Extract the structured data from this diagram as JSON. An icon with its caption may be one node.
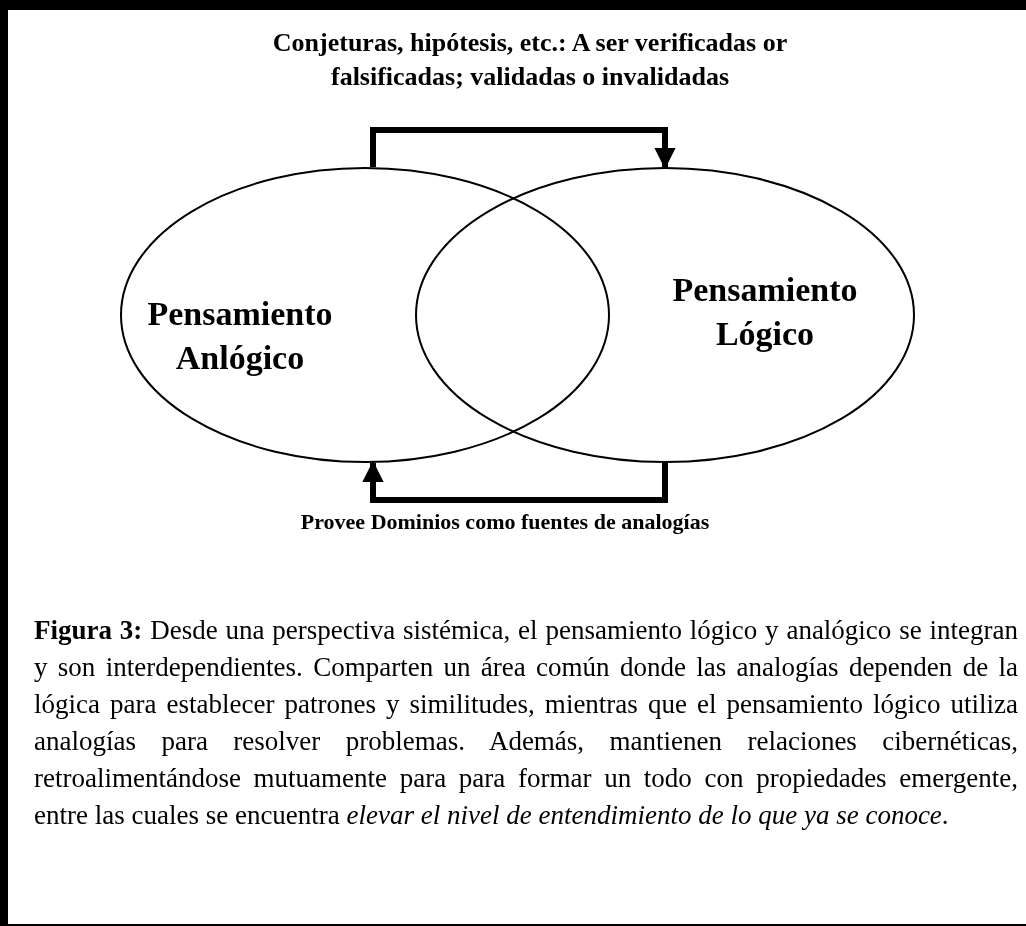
{
  "diagram": {
    "caption": "**Figura 3:** Desde una perspectiva sistémica, el pensamiento lógico y analógico se integran y son interdependientes. Comparten un área común donde las analogías dependen de la lógica para establecer patrones y similitudes, mientras que el pensamiento lógico utiliza analogías para resolver problemas. Además, mantienen relaciones cibernéticas, retroalimentándose mutuamente para para formar un todo con propiedades emergente, entre las cuales se encuentra *elevar el nivel de entendimiento de lo que ya se conoce*.",
    "nodes": [
      {
        "text": [
          "Pensamiento Anlógico"
        ]
      },
      {
        "text": [
          "Pensamiento Lógico"
        ]
      }
    ],
    "edges": [
      {
        "from": 0,
        "to": 1,
        "arrow": "to",
        "label": "Conjeturas, hipótesis, etc.: A ser verificadas or falsificadas; validadas o invalidadas"
      },
      {
        "from": 1,
        "to": 0,
        "arrow": "to",
        "label": "Provee Dominios como fuentes de analogías"
      }
    ]
  }
}
